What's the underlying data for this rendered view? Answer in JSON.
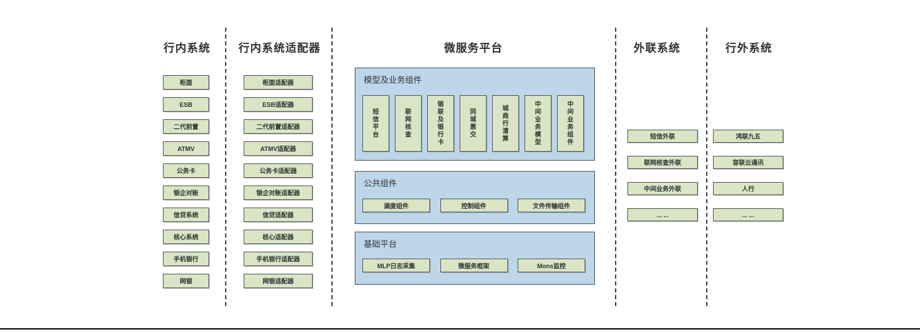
{
  "diagram": {
    "title": "微服务平台",
    "colors": {
      "box_fill": "#d9e5c5",
      "box_border": "#5b5f58",
      "panel_fill": "#bdd6ea",
      "panel_border": "#4f5a64",
      "text": "#303030",
      "divider": "#4b4b4b",
      "bottom_rule": "#111111"
    },
    "columns": {
      "internal_systems": {
        "header": "行内系统",
        "items": [
          "柜面",
          "ESB",
          "二代前置",
          "ATMV",
          "公务卡",
          "银企对账",
          "信贷系统",
          "核心系统",
          "手机银行",
          "网银"
        ]
      },
      "internal_adapters": {
        "header": "行内系统适配器",
        "items": [
          "柜面适配器",
          "ESB适配器",
          "二代前置适配器",
          "ATMV适配器",
          "公务卡适配器",
          "银企对账适配器",
          "信贷适配器",
          "核心适配器",
          "手机银行适配器",
          "网银适配器"
        ]
      },
      "microservice_platform": {
        "header": "微服务平台",
        "panels": [
          {
            "label": "模型及业务组件",
            "items": [
              "短信平台",
              "联网核查",
              "银联及银行卡",
              "同城票交",
              "城商行清算",
              "中间业务模型",
              "中间业务组件"
            ]
          },
          {
            "label": "公共组件",
            "items": [
              "调度组件",
              "控制组件",
              "文件传输组件"
            ]
          },
          {
            "label": "基础平台",
            "items": [
              "MLP日志采集",
              "微服务框架",
              "Mons监控"
            ]
          }
        ]
      },
      "external_link_systems": {
        "header": "外联系统",
        "items": [
          "短信外联",
          "联网核查外联",
          "中间业务外联",
          "... ..."
        ]
      },
      "outside_systems": {
        "header": "行外系统",
        "items": [
          "鸿联九五",
          "容联云通讯",
          "人行",
          "... ..."
        ]
      }
    }
  }
}
